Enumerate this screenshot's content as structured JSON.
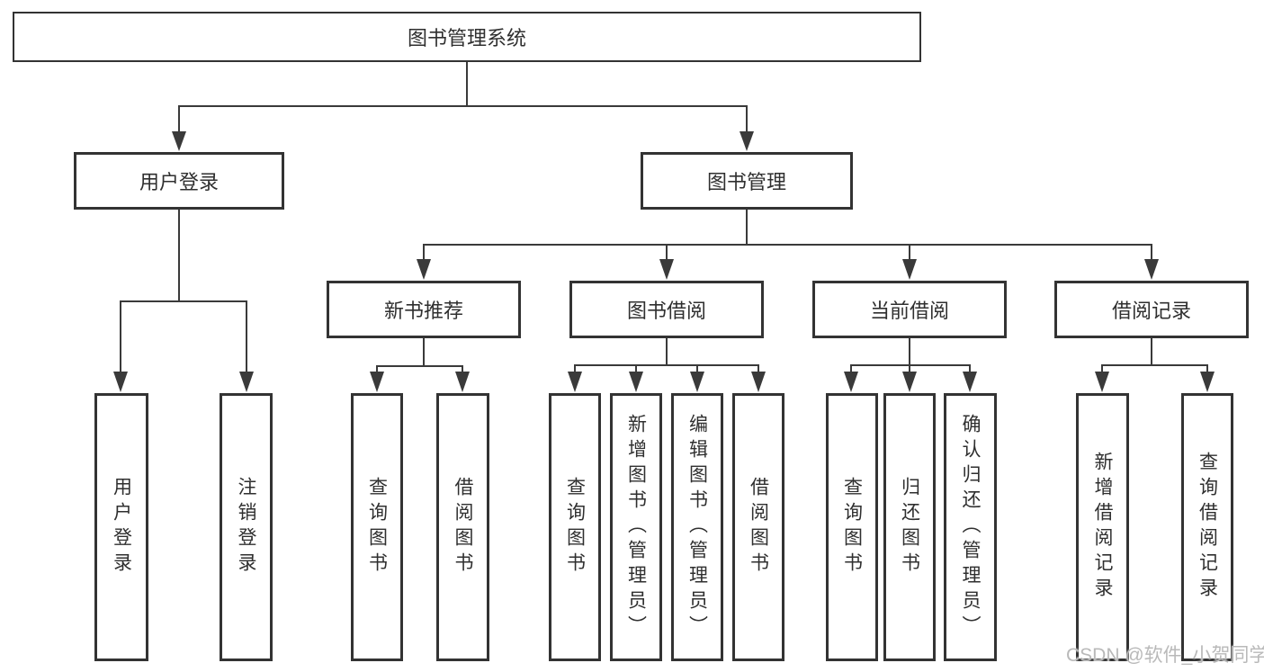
{
  "diagram": {
    "root": {
      "label": "图书管理系统"
    },
    "level2": [
      {
        "label": "用户登录"
      },
      {
        "label": "图书管理"
      }
    ],
    "level3": [
      {
        "label": "新书推荐"
      },
      {
        "label": "图书借阅"
      },
      {
        "label": "当前借阅"
      },
      {
        "label": "借阅记录"
      }
    ],
    "leaves": {
      "user": [
        {
          "label": "用户登录"
        },
        {
          "label": "注销登录"
        }
      ],
      "recommend": [
        {
          "label": "查询图书"
        },
        {
          "label": "借阅图书"
        }
      ],
      "borrow": [
        {
          "label": "查询图书"
        },
        {
          "label": "新增图书（管理员）"
        },
        {
          "label": "编辑图书（管理员）"
        },
        {
          "label": "借阅图书"
        }
      ],
      "current": [
        {
          "label": "查询图书"
        },
        {
          "label": "归还图书"
        },
        {
          "label": "确认归还（管理员）"
        }
      ],
      "records": [
        {
          "label": "新增借阅记录"
        },
        {
          "label": "查询借阅记录"
        }
      ]
    }
  },
  "watermark": {
    "text": "CSDN @软件_小贺同学"
  },
  "colors": {
    "line": "#3a3a3a",
    "box_border": "#333333",
    "text": "#2f2f2f",
    "watermark_text": "#b9b9b9",
    "background": "#ffffff"
  }
}
